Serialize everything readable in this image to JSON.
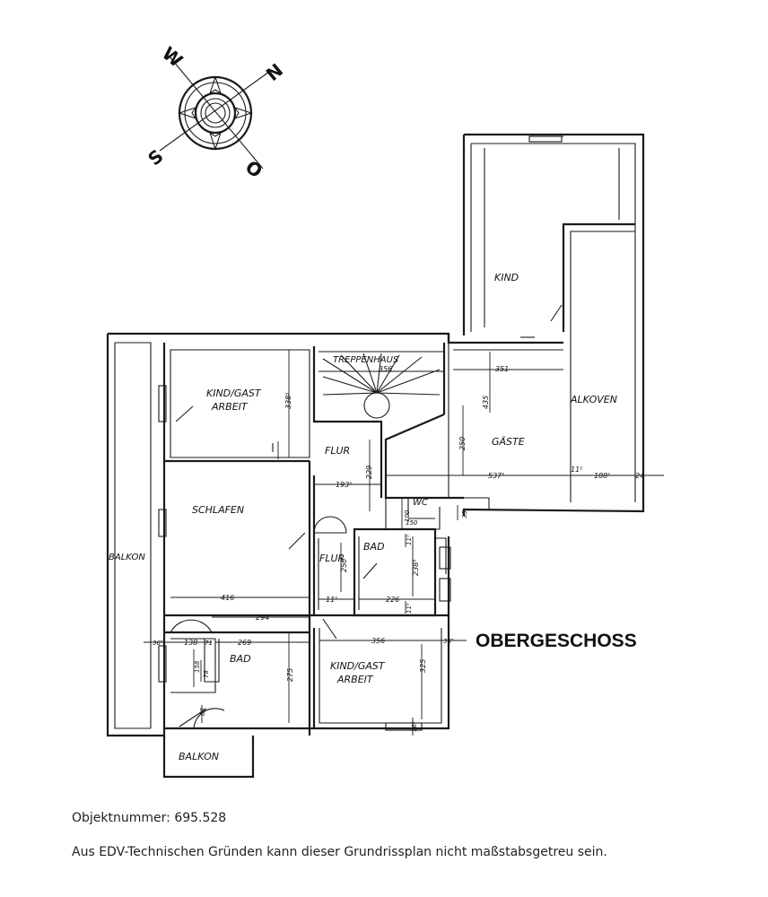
{
  "compass": {
    "north": "N",
    "south": "S",
    "west": "W",
    "east": "O"
  },
  "floor_title": "OBERGESCHOSS",
  "rooms": {
    "kind": "KIND",
    "alkoven": "ALKOVEN",
    "treppenhaus": "TREPPENHAUS",
    "kind_gast_top": [
      "KIND/GAST",
      "ARBEIT"
    ],
    "gaeste": "GÄSTE",
    "flur_top": "FLUR",
    "wc": "WC",
    "schlafen": "SCHLAFEN",
    "flur_mid": "FLUR",
    "bad_mid": "BAD",
    "balkon_west": "BALKON",
    "bad_lower": "BAD",
    "kind_gast_bottom": [
      "KIND/GAST",
      "ARBEIT"
    ],
    "balkon_south": "BALKON"
  },
  "dimensions": {
    "treppen_356": "356",
    "d351": "351",
    "d338": "338⁵",
    "d435": "435",
    "d250": "250",
    "d537": "537⁵",
    "d115a": "11⁵",
    "d188": "188⁵",
    "d24": "24",
    "d193": "193⁵",
    "d229": "229",
    "d100": "100",
    "d150": "150",
    "d35": "35",
    "d416": "416",
    "d294": "294",
    "d250b": "250",
    "d115b": "11⁵",
    "d226": "226",
    "d238": "238⁵",
    "d115c": "11⁵",
    "d115d": "11⁵",
    "d36a": "36⁵",
    "d138": "138",
    "d71": "71",
    "d269": "269",
    "d356b": "356",
    "d36b": "36⁵",
    "d158": "158",
    "d78": "78",
    "d275": "275",
    "d325": "325",
    "d88": "88",
    "d36c": "36⁵"
  },
  "footer": {
    "object_number": "Objektnummer: 695.528",
    "disclaimer": "Aus EDV-Technischen Gründen kann dieser Grundrissplan nicht maßstabsgetreu sein."
  }
}
